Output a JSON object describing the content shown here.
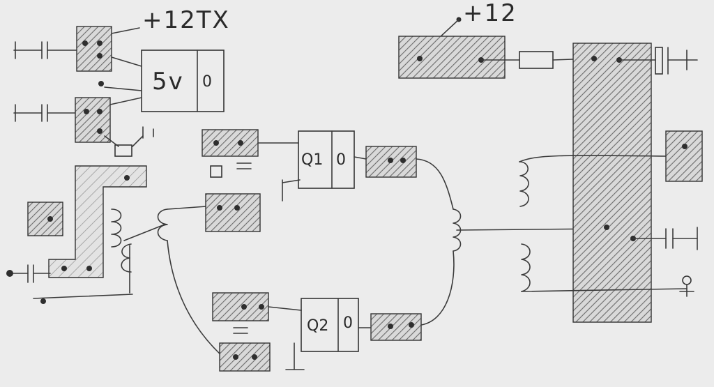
{
  "title": "",
  "labels": {
    "plus12tx": "+12TX",
    "plus12": "+12",
    "regulator_5v": "5v",
    "regulator_0": "0",
    "q1": "Q1",
    "q1_0": "0",
    "q2": "Q2",
    "q2_0": "0"
  }
}
